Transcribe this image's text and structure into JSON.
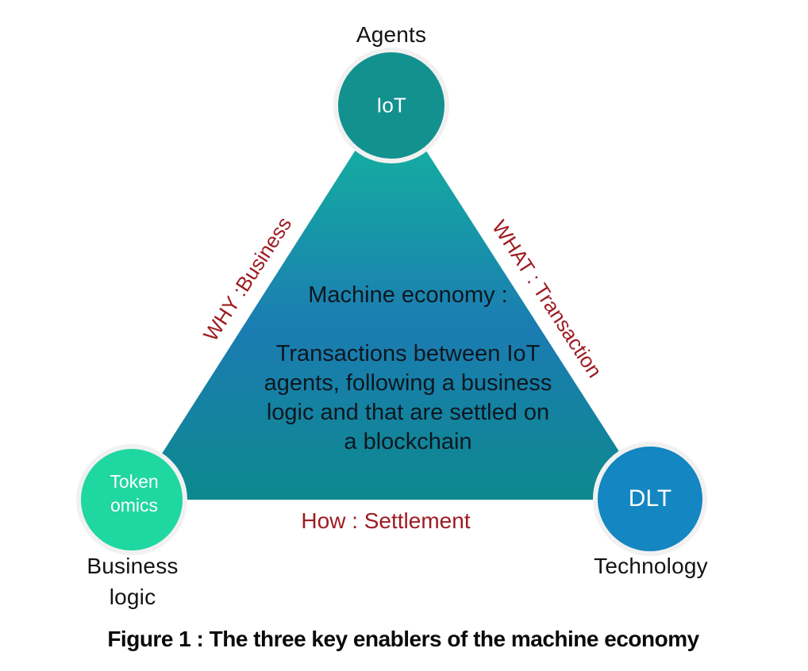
{
  "figure": {
    "caption": "Figure 1 : The three key enablers of the machine economy",
    "nodes": {
      "top": {
        "outer_label": "Agents",
        "circle_label": "IoT",
        "color": "#13918f"
      },
      "bottom_left": {
        "outer_label": "Business\nlogic",
        "circle_label": "Token\nomics",
        "color": "#1fd7a0"
      },
      "bottom_right": {
        "outer_label": "Technology",
        "circle_label": "DLT",
        "color": "#1486c1"
      }
    },
    "edge_labels": {
      "left": "WHY :Business",
      "right": "WHAT : Transaction",
      "bottom": "How : Settlement"
    },
    "center_text": "Machine economy :\n\nTransactions between IoT\nagents, following a business\nlogic and that are settled on\na blockchain",
    "colors": {
      "triangle_gradient_top": "#12ba9b",
      "triangle_gradient_mid": "#1b7cb2",
      "triangle_gradient_bottom": "#0d898e",
      "circle_ring": "#f1f1f1",
      "edge_label_red": "#9e1c22",
      "center_text_dark": "#0e1720"
    }
  }
}
